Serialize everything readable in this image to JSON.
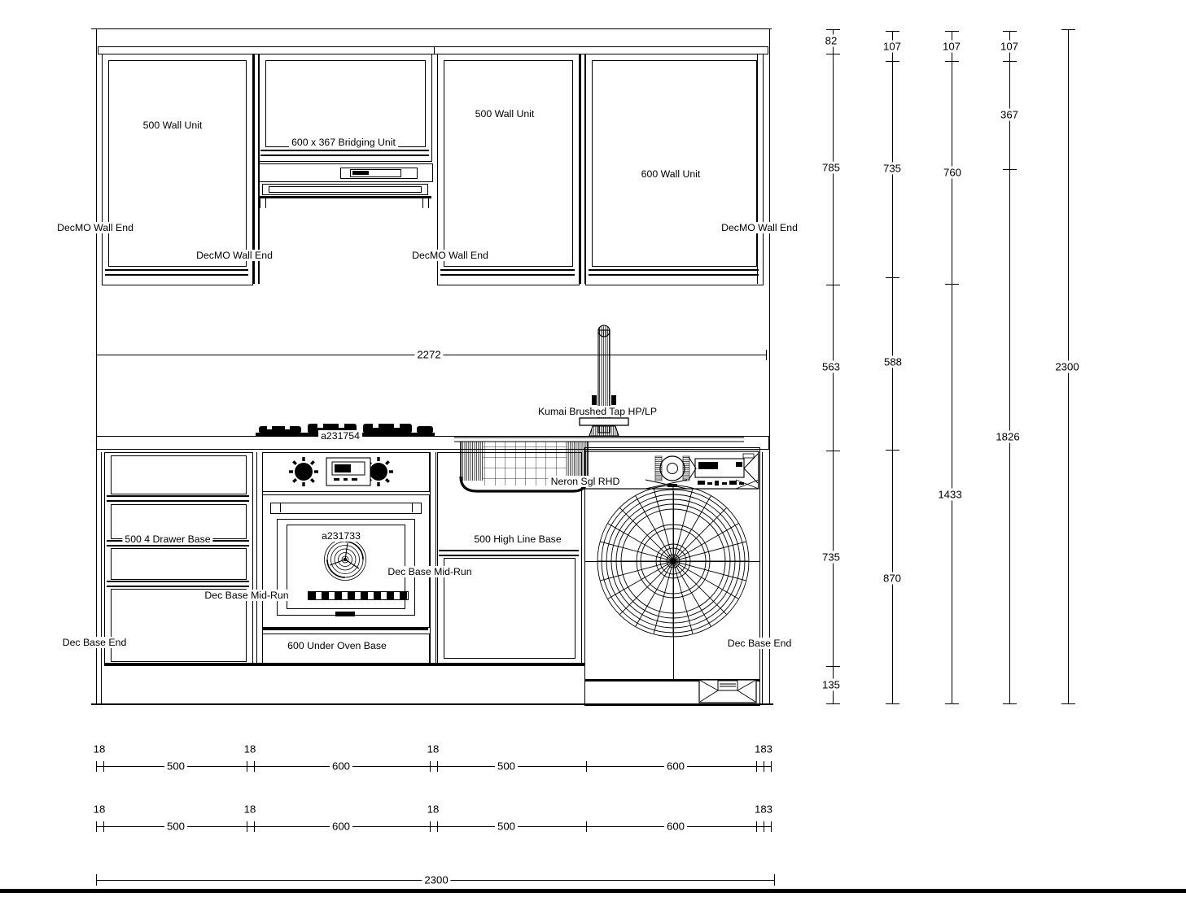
{
  "colors": {
    "background": "#ffffff",
    "line": "#000000",
    "text": "#000000"
  },
  "units": {
    "wall_500_left": "500 Wall Unit",
    "bridging": "600 x 367 Bridging Unit",
    "wall_500_right": "500 Wall Unit",
    "wall_600": "600 Wall Unit",
    "decmo_wall_end": "DecMO Wall End",
    "drawer_base": "500 4 Drawer Base",
    "high_line_base": "500 High Line Base",
    "under_oven_base": "600 Under Oven Base",
    "dec_base_mid_run": "Dec Base Mid-Run",
    "dec_base_end": "Dec Base End"
  },
  "appliances": {
    "hob_code": "a231754",
    "oven_code": "a231733",
    "tap": "Kumai Brushed Tap HP/LP",
    "sink": "Neron Sgl RHD"
  },
  "dimensions": {
    "worktop_run": "2272",
    "overall_width": "2300",
    "vertical_columns": [
      {
        "values": [
          "82",
          "785",
          "563",
          "735",
          "135"
        ]
      },
      {
        "values": [
          "107",
          "735",
          "588",
          "870"
        ]
      },
      {
        "values": [
          "107",
          "760",
          "1433"
        ]
      },
      {
        "values": [
          "107",
          "367",
          "1826"
        ]
      },
      {
        "values": [
          "2300"
        ]
      }
    ],
    "width_rows": [
      {
        "panel_labels": [
          "18",
          "18",
          "18",
          "183"
        ],
        "segments": [
          "500",
          "600",
          "500",
          "600"
        ]
      },
      {
        "panel_labels": [
          "18",
          "18",
          "18",
          "183"
        ],
        "segments": [
          "500",
          "600",
          "500",
          "600"
        ]
      }
    ]
  }
}
